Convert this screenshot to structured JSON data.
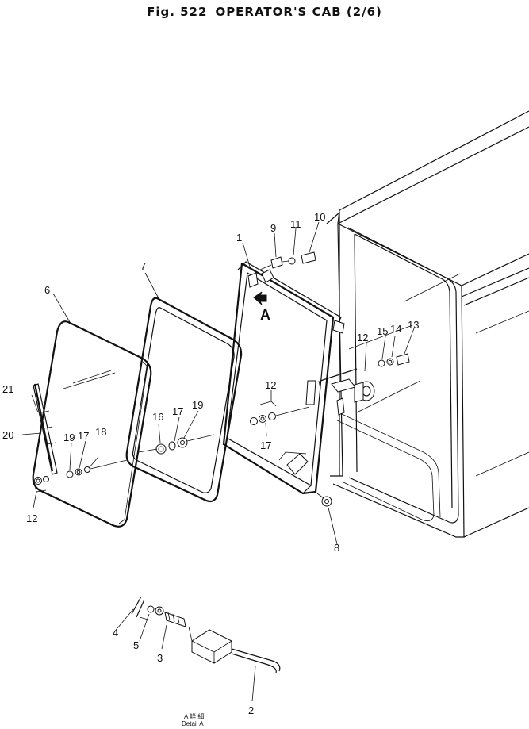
{
  "header": {
    "fig_label": "Fig. 522",
    "title": "OPERATOR'S CAB (2/6)"
  },
  "detail": {
    "marker": "A",
    "caption_native": "A 詳 細",
    "caption_en": "Detail A"
  },
  "callouts": {
    "c1": "1",
    "c2": "2",
    "c3": "3",
    "c4": "4",
    "c5": "5",
    "c6": "6",
    "c7": "7",
    "c8": "8",
    "c9": "9",
    "c10": "10",
    "c11": "11",
    "c12a": "12",
    "c12b": "12",
    "c12c": "12",
    "c13": "13",
    "c14": "14",
    "c15": "15",
    "c16": "16",
    "c17a": "17",
    "c17b": "17",
    "c17c": "17",
    "c18": "18",
    "c19a": "19",
    "c19b": "19",
    "c20": "20",
    "c21": "21"
  }
}
